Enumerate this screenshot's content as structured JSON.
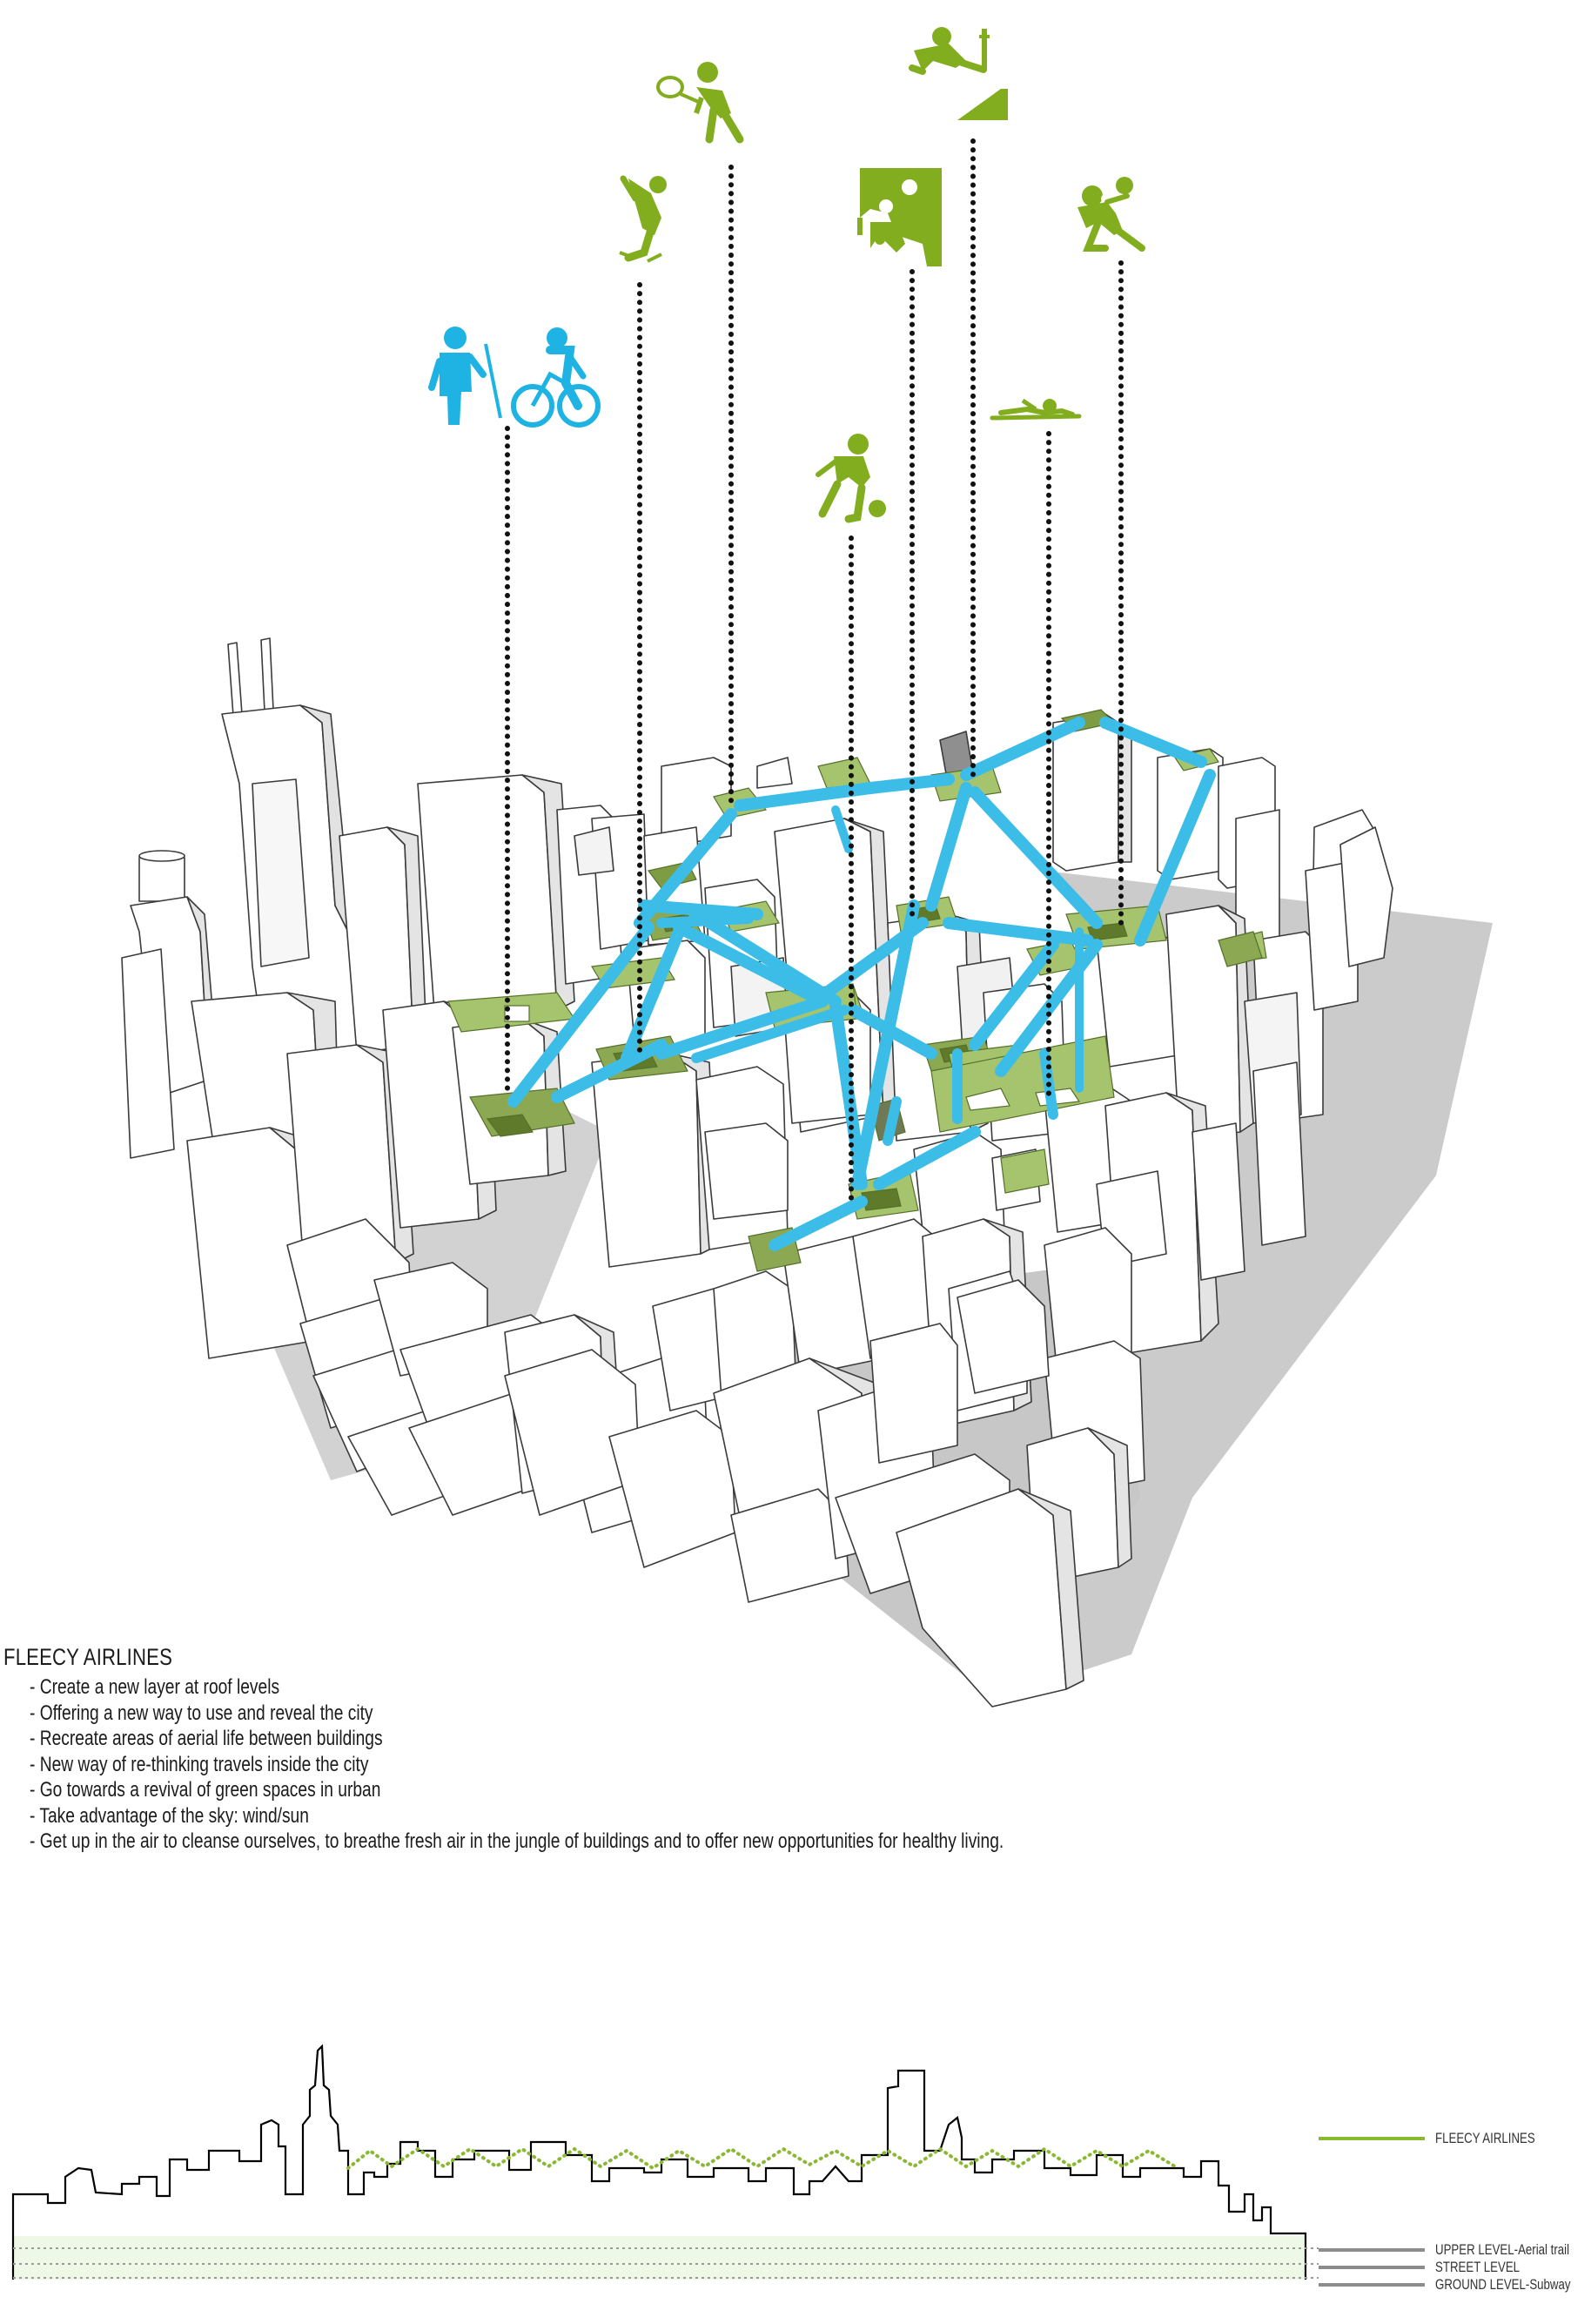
{
  "description": {
    "title": "FLEECY AIRLINES",
    "items": [
      "- Create a new layer at roof levels",
      "- Offering a new way to use and reveal the city",
      "- Recreate areas of aerial life between buildings",
      "- New way of re-thinking travels inside the city",
      "- Go towards a revival of green spaces in urban",
      "- Take advantage of the sky: wind/sun",
      "- Get up in the air to cleanse ourselves, to breathe fresh air in the jungle of buildings and to offer new opportunities for healthy living."
    ]
  },
  "legend": {
    "items": [
      {
        "label": "FLEECY AIRLINES",
        "color": "#8ab833"
      },
      {
        "label": "UPPER LEVEL-Aerial trail",
        "color": "#8c8c8c"
      },
      {
        "label": "STREET LEVEL",
        "color": "#8c8c8c"
      },
      {
        "label": "GROUND LEVEL-Subway",
        "color": "#8c8c8c"
      }
    ]
  },
  "colors": {
    "activity_green": "#82ad1e",
    "mobility_blue": "#1fb3e3",
    "bridge_blue": "#2aa9d6",
    "roof_garden": "#a3bf6d",
    "building_face": "#ffffff",
    "building_side": "#e4e4e4",
    "shadow": "#c9c9c9",
    "skyline_fill": "#eef8e6"
  },
  "icons": [
    "walker-icon",
    "cyclist-icon",
    "skater-icon",
    "tennis-player-icon",
    "climbing-wall-icon",
    "parkour-jumper-icon",
    "volleyball-player-icon",
    "swimmer-icon",
    "soccer-player-icon"
  ]
}
